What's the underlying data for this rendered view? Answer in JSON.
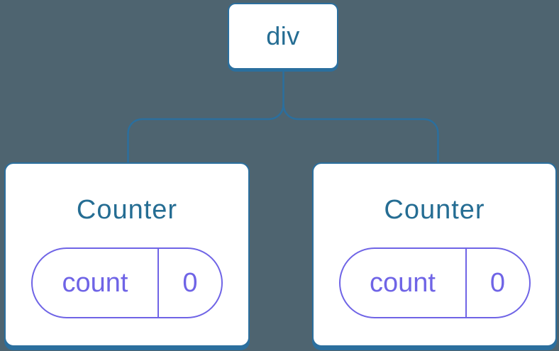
{
  "diagram": {
    "type": "component-tree",
    "root": {
      "label": "div"
    },
    "children": [
      {
        "title": "Counter",
        "state": {
          "key": "count",
          "value": "0"
        }
      },
      {
        "title": "Counter",
        "state": {
          "key": "count",
          "value": "0"
        }
      }
    ]
  },
  "colors": {
    "background": "#4e6470",
    "node_fill": "#ffffff",
    "line_blue": "#2b6f9e",
    "text_blue": "#256d93",
    "state_purple": "#6f64e6"
  }
}
